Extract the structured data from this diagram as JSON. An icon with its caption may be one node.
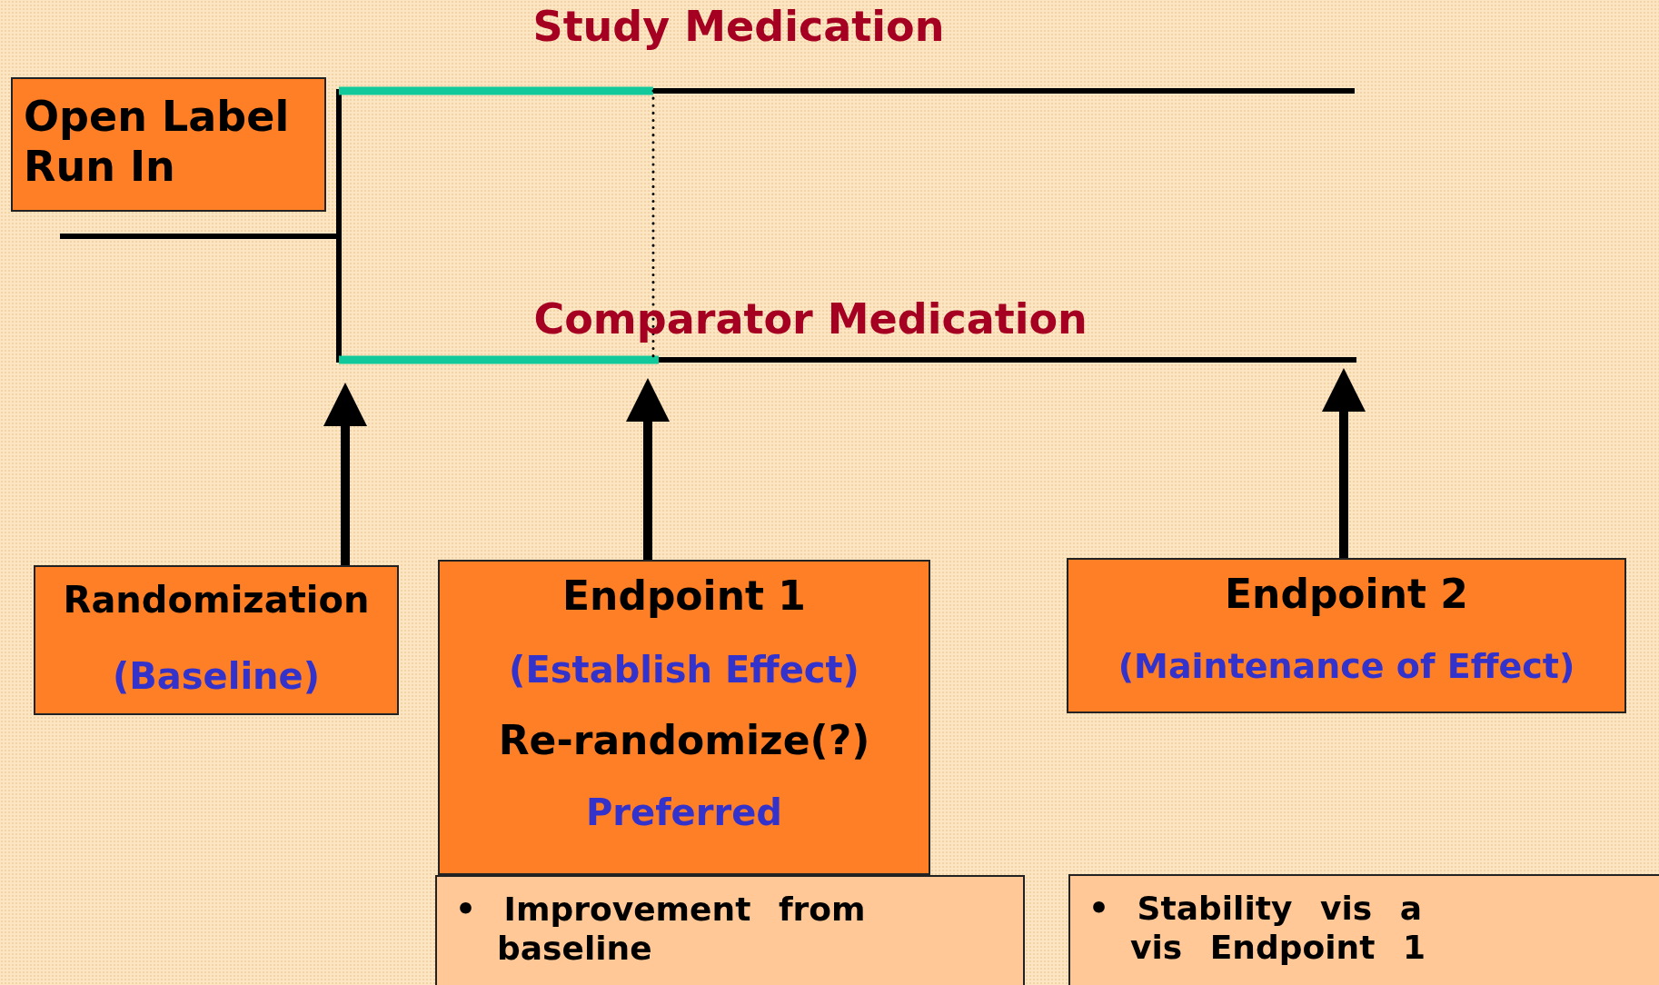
{
  "diagram": {
    "nodes": [
      {
        "text": [
          "Open Label Run In"
        ]
      },
      {
        "text": [
          "Randomization",
          "(Baseline)"
        ]
      },
      {
        "text": [
          "Endpoint 1",
          "(Establish Effect)",
          "Re-randomize(?)",
          "Preferred"
        ]
      },
      {
        "text": [
          "Endpoint 2",
          "(Maintenance of Effect)"
        ]
      },
      {
        "text": [
          "• Improvement from baseline"
        ]
      },
      {
        "text": [
          "• Stability vis a vis Endpoint 1"
        ]
      }
    ],
    "edges": [
      {
        "from": 1,
        "to": null,
        "arrow": "to"
      },
      {
        "from": 2,
        "to": null,
        "arrow": "to"
      },
      {
        "from": 3,
        "to": null,
        "arrow": "to"
      }
    ],
    "labels": [
      "Study Medication",
      "Comparator Medication"
    ]
  }
}
